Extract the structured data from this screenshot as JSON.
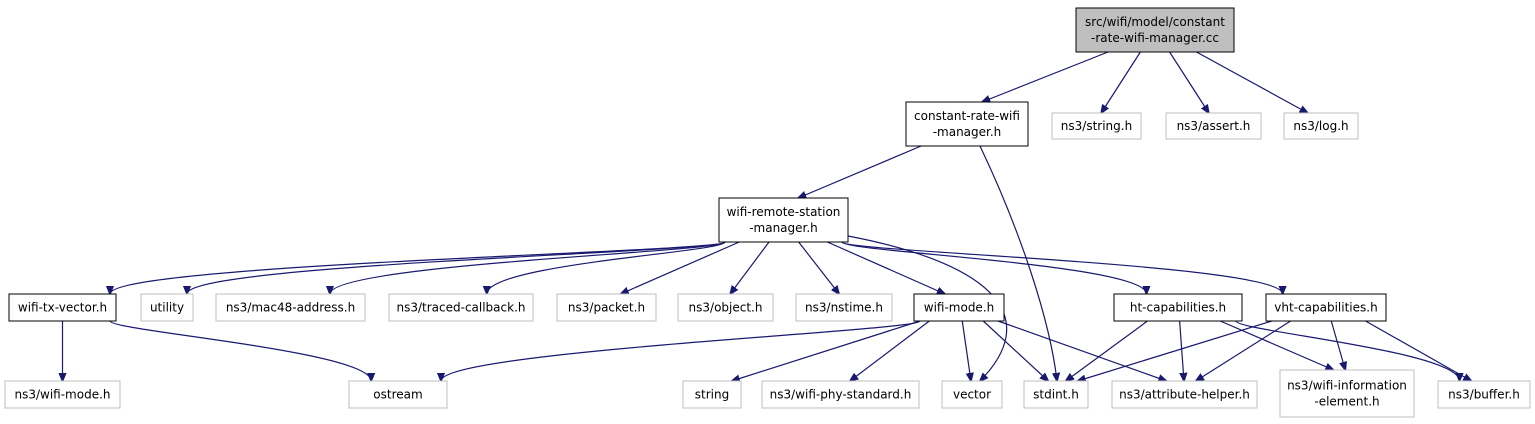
{
  "colors": {
    "edge": "#191970",
    "root_fill": "#bfbfbf",
    "root_border": "#000000",
    "node_border": "#000000",
    "ext_border": "#bfbfbf",
    "background": "#ffffff"
  },
  "nodes": {
    "root": {
      "lines": [
        "src/wifi/model/constant",
        "-rate-wifi-manager.cc"
      ],
      "kind": "root"
    },
    "crwm": {
      "lines": [
        "constant-rate-wifi",
        "-manager.h"
      ],
      "kind": "local"
    },
    "ns3_string": {
      "lines": [
        "ns3/string.h"
      ],
      "kind": "external"
    },
    "ns3_assert": {
      "lines": [
        "ns3/assert.h"
      ],
      "kind": "external"
    },
    "ns3_log": {
      "lines": [
        "ns3/log.h"
      ],
      "kind": "external"
    },
    "wrsm": {
      "lines": [
        "wifi-remote-station",
        "-manager.h"
      ],
      "kind": "local"
    },
    "wtv": {
      "lines": [
        "wifi-tx-vector.h"
      ],
      "kind": "local"
    },
    "utility": {
      "lines": [
        "utility"
      ],
      "kind": "external"
    },
    "mac48": {
      "lines": [
        "ns3/mac48-address.h"
      ],
      "kind": "external"
    },
    "traced": {
      "lines": [
        "ns3/traced-callback.h"
      ],
      "kind": "external"
    },
    "packet": {
      "lines": [
        "ns3/packet.h"
      ],
      "kind": "external"
    },
    "object": {
      "lines": [
        "ns3/object.h"
      ],
      "kind": "external"
    },
    "nstime": {
      "lines": [
        "ns3/nstime.h"
      ],
      "kind": "external"
    },
    "wifimode": {
      "lines": [
        "wifi-mode.h"
      ],
      "kind": "local"
    },
    "htcap": {
      "lines": [
        "ht-capabilities.h"
      ],
      "kind": "local"
    },
    "vhtcap": {
      "lines": [
        "vht-capabilities.h"
      ],
      "kind": "local"
    },
    "ns3_wifimode": {
      "lines": [
        "ns3/wifi-mode.h"
      ],
      "kind": "external"
    },
    "ostream": {
      "lines": [
        "ostream"
      ],
      "kind": "external"
    },
    "string": {
      "lines": [
        "string"
      ],
      "kind": "external"
    },
    "phystd": {
      "lines": [
        "ns3/wifi-phy-standard.h"
      ],
      "kind": "external"
    },
    "vector": {
      "lines": [
        "vector"
      ],
      "kind": "external"
    },
    "stdint": {
      "lines": [
        "stdint.h"
      ],
      "kind": "external"
    },
    "attrhelper": {
      "lines": [
        "ns3/attribute-helper.h"
      ],
      "kind": "external"
    },
    "wifiinfo": {
      "lines": [
        "ns3/wifi-information",
        "-element.h"
      ],
      "kind": "external"
    },
    "buffer": {
      "lines": [
        "ns3/buffer.h"
      ],
      "kind": "external"
    }
  },
  "edges": [
    [
      "root",
      "crwm"
    ],
    [
      "root",
      "ns3_string"
    ],
    [
      "root",
      "ns3_assert"
    ],
    [
      "root",
      "ns3_log"
    ],
    [
      "crwm",
      "wrsm"
    ],
    [
      "crwm",
      "stdint"
    ],
    [
      "wrsm",
      "wtv"
    ],
    [
      "wrsm",
      "utility"
    ],
    [
      "wrsm",
      "mac48"
    ],
    [
      "wrsm",
      "traced"
    ],
    [
      "wrsm",
      "packet"
    ],
    [
      "wrsm",
      "object"
    ],
    [
      "wrsm",
      "nstime"
    ],
    [
      "wrsm",
      "wifimode"
    ],
    [
      "wrsm",
      "vector"
    ],
    [
      "wrsm",
      "htcap"
    ],
    [
      "wrsm",
      "vhtcap"
    ],
    [
      "wtv",
      "ns3_wifimode"
    ],
    [
      "wtv",
      "ostream"
    ],
    [
      "wifimode",
      "ostream"
    ],
    [
      "wifimode",
      "string"
    ],
    [
      "wifimode",
      "phystd"
    ],
    [
      "wifimode",
      "vector"
    ],
    [
      "wifimode",
      "stdint"
    ],
    [
      "wifimode",
      "attrhelper"
    ],
    [
      "htcap",
      "stdint"
    ],
    [
      "htcap",
      "attrhelper"
    ],
    [
      "htcap",
      "wifiinfo"
    ],
    [
      "htcap",
      "buffer"
    ],
    [
      "vhtcap",
      "stdint"
    ],
    [
      "vhtcap",
      "attrhelper"
    ],
    [
      "vhtcap",
      "wifiinfo"
    ],
    [
      "vhtcap",
      "buffer"
    ]
  ]
}
